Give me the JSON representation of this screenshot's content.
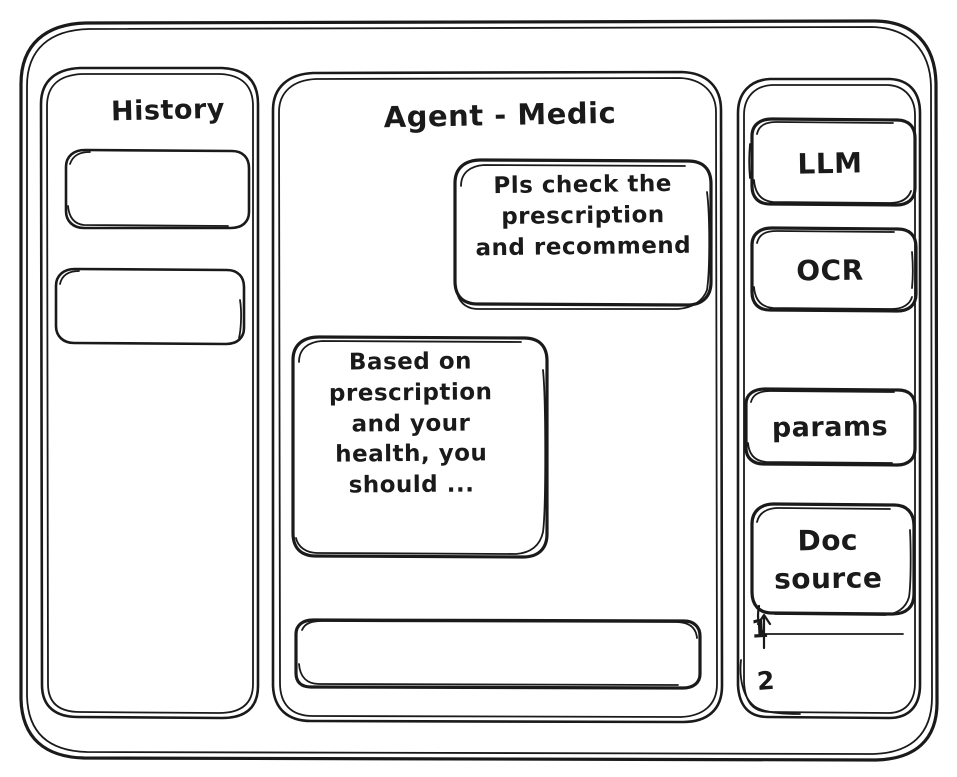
{
  "window": {
    "frame_name": "app-window"
  },
  "colors": {
    "stroke": "#1a1a1a",
    "background": "#ffffff"
  },
  "sidebar_left": {
    "title": "History",
    "items": [
      {
        "label": ""
      },
      {
        "label": ""
      }
    ]
  },
  "main": {
    "title": "Agent - Medic",
    "messages": [
      {
        "role": "user",
        "text": "Pls check the\nprescription\nand recommend"
      },
      {
        "role": "agent",
        "text": "Based on\nprescription\nand your\nhealth, you\nshould ..."
      }
    ],
    "composer": {
      "value": "",
      "placeholder": ""
    }
  },
  "sidebar_right": {
    "tiles": [
      {
        "label": "LLM"
      },
      {
        "label": "OCR"
      },
      {
        "label": "params"
      },
      {
        "label": "Doc\nsource"
      }
    ],
    "doc_list": [
      {
        "label": "1"
      },
      {
        "label": "2"
      }
    ]
  }
}
